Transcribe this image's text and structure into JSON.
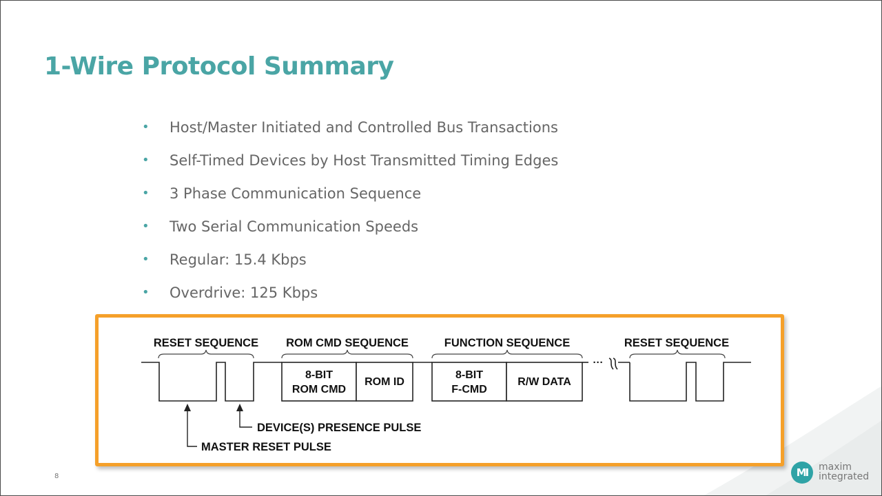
{
  "slide": {
    "title": "1-Wire Protocol Summary",
    "page_number": "8",
    "bullets": [
      "Host/Master Initiated and Controlled Bus Transactions",
      "Self-Timed Devices by Host Transmitted Timing Edges",
      "3 Phase Communication Sequence",
      "Two Serial Communication Speeds",
      "Regular: 15.4 Kbps",
      "Overdrive: 125 Kbps"
    ]
  },
  "diagram": {
    "sequence_labels": {
      "reset_1": "RESET SEQUENCE",
      "rom_cmd": "ROM CMD SEQUENCE",
      "function": "FUNCTION SEQUENCE",
      "reset_2": "RESET SEQUENCE"
    },
    "blocks": {
      "rom_cmd_line1": "8-BIT",
      "rom_cmd_line2": "ROM CMD",
      "rom_id": "ROM ID",
      "fcmd_line1": "8-BIT",
      "fcmd_line2": "F-CMD",
      "rw_data": "R/W DATA"
    },
    "annotations": {
      "presence_pulse": "DEVICE(S) PRESENCE PULSE",
      "master_reset": "MASTER RESET PULSE"
    },
    "ellipsis": "···"
  },
  "logo": {
    "mark": "MI",
    "line1": "maxim",
    "line2": "integrated"
  },
  "colors": {
    "title": "#4aa5a5",
    "bullet_text": "#666666",
    "frame_orange": "#f5a02a",
    "logo_teal": "#2fa3a6"
  }
}
